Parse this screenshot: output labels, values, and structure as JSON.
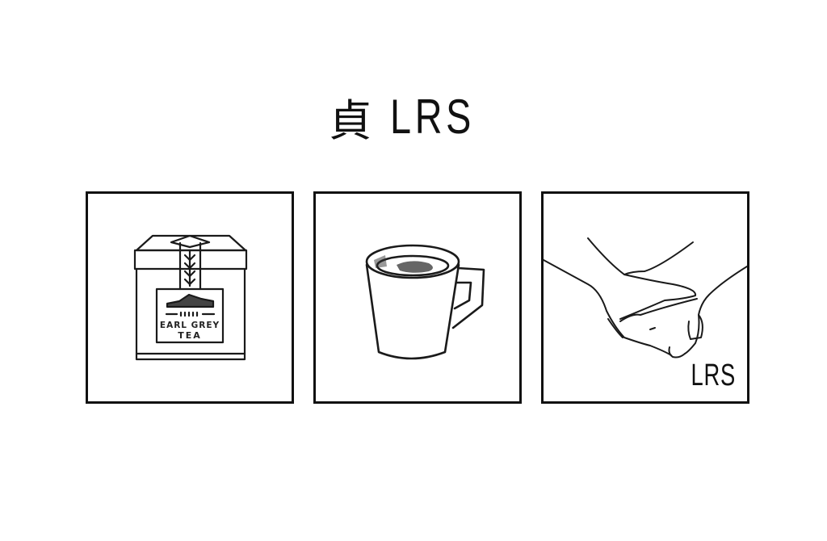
{
  "header": {
    "title_kanji": "貞",
    "title_latin": "LRS"
  },
  "panels": [
    {
      "id": "tea-tin",
      "subject": "Earl Grey tea tin",
      "label_line1": "EARL GREY",
      "label_line2": "TEA",
      "icon": "tea-box-icon"
    },
    {
      "id": "mug",
      "subject": "Mug of tea",
      "icon": "mug-icon"
    },
    {
      "id": "holding-hands",
      "subject": "Two clasped hands",
      "caption": "LRS",
      "icon": "clasped-hands-icon"
    }
  ],
  "colors": {
    "ink": "#111111",
    "background": "#ffffff"
  }
}
